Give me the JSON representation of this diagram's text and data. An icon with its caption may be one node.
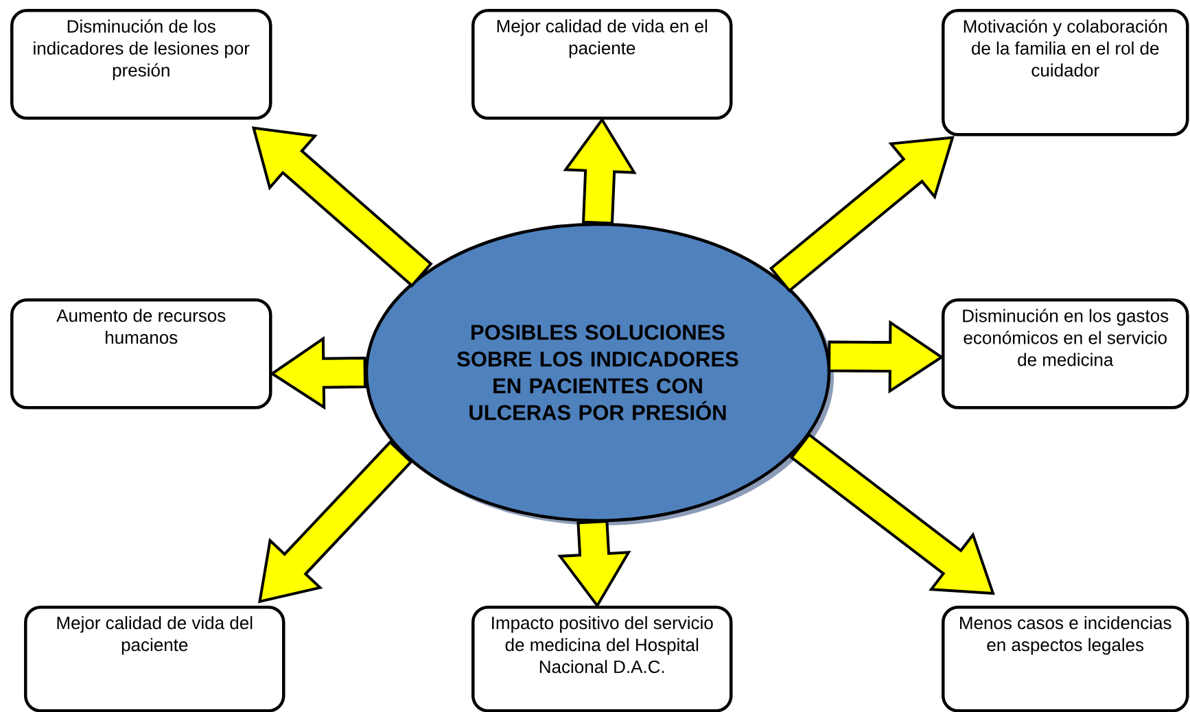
{
  "diagram": {
    "nodes": [
      {
        "text": [
          "Disminución de los indicadores de lesiones por presión"
        ]
      },
      {
        "text": [
          "Mejor calidad de vida en el paciente"
        ]
      },
      {
        "text": [
          "Motivación y colaboración de la familia en el rol de cuidador"
        ]
      },
      {
        "text": [
          "Aumento de recursos humanos"
        ]
      },
      {
        "text": [
          "POSIBLES SOLUCIONES SOBRE LOS INDICADORES EN PACIENTES CON ULCERAS POR PRESIÓN"
        ]
      },
      {
        "text": [
          "Disminución en los gastos económicos en el servicio de medicina"
        ]
      },
      {
        "text": [
          "Mejor calidad de vida del paciente"
        ]
      },
      {
        "text": [
          "Impacto positivo del servicio de medicina del Hospital Nacional D.A.C."
        ]
      },
      {
        "text": [
          "Menos casos e incidencias en aspectos legales"
        ]
      }
    ],
    "edges": [
      {
        "from": 4,
        "to": 0,
        "arrow": "to"
      },
      {
        "from": 4,
        "to": 1,
        "arrow": "to"
      },
      {
        "from": 4,
        "to": 2,
        "arrow": "to"
      },
      {
        "from": 4,
        "to": 3,
        "arrow": "to"
      },
      {
        "from": 4,
        "to": 5,
        "arrow": "to"
      },
      {
        "from": 4,
        "to": 6,
        "arrow": "to"
      },
      {
        "from": 4,
        "to": 7,
        "arrow": "to"
      },
      {
        "from": 4,
        "to": 8,
        "arrow": "to"
      }
    ]
  }
}
